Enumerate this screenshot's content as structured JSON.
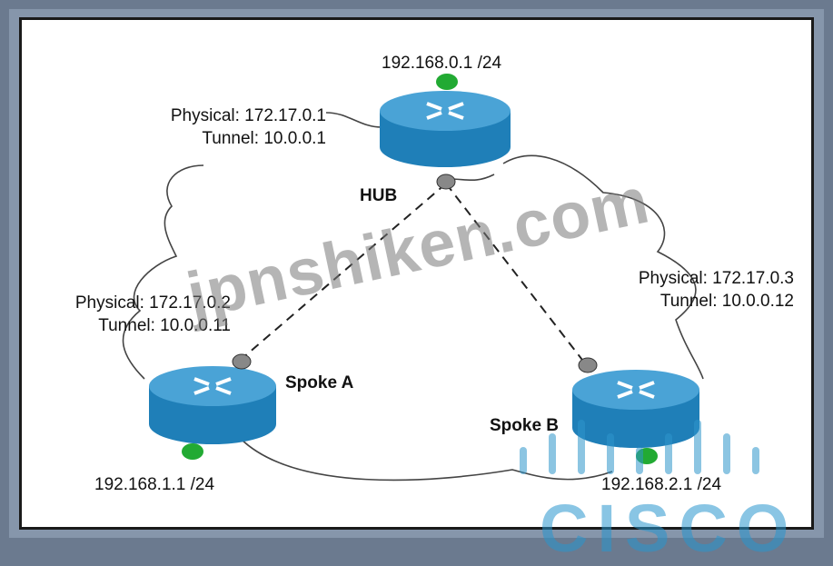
{
  "hub": {
    "lan": "192.168.0.1 /24",
    "physical": "Physical: 172.17.0.1",
    "tunnel": "Tunnel: 10.0.0.1",
    "name": "HUB"
  },
  "spoke_a": {
    "lan": "192.168.1.1 /24",
    "physical": "Physical: 172.17.0.2",
    "tunnel": "Tunnel: 10.0.0.11",
    "name": "Spoke A"
  },
  "spoke_b": {
    "lan": "192.168.2.1 /24",
    "physical": "Physical: 172.17.0.3",
    "tunnel": "Tunnel: 10.0.0.12",
    "name": "Spoke B"
  },
  "watermark": "jpnshiken.com",
  "logo": {
    "word": "CISCO"
  },
  "colors": {
    "router_top": "#4aa3d6",
    "router_side": "#1f7fb8",
    "lan_dot": "#22aa33",
    "tunnel_dot": "#888888",
    "logo": "#2f96cc"
  }
}
